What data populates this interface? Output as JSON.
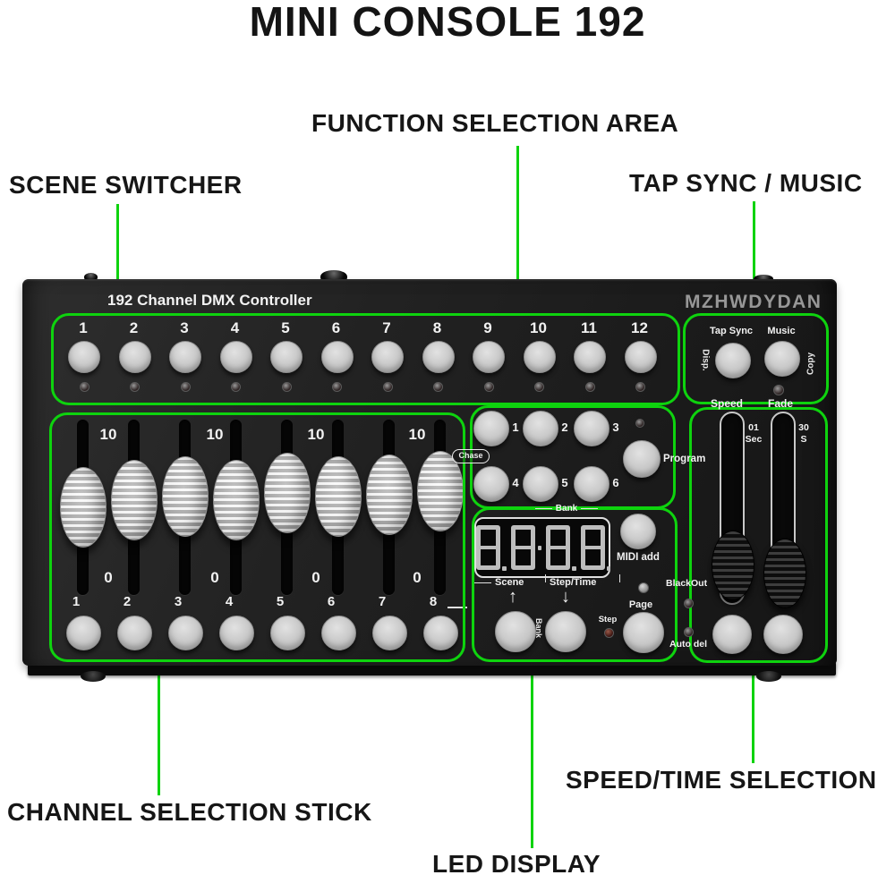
{
  "title": "MINI CONSOLE 192",
  "colors": {
    "callout_green": "#0ed30e",
    "device_body": "#1e1e1e",
    "button_gray": "#c9c9c9"
  },
  "annotations": {
    "function_area": "FUNCTION SELECTION AREA",
    "scene_switcher": "SCENE SWITCHER",
    "tap_sync_music": "TAP SYNC / MUSIC",
    "channel_stick": "CHANNEL SELECTION STICK",
    "led_display": "LED DISPLAY",
    "speed_time": "SPEED/TIME SELECTION"
  },
  "device": {
    "header": {
      "model": "192 Channel DMX Controller",
      "brand": "MZHWDYDAN"
    },
    "scene": {
      "buttons": [
        "1",
        "2",
        "3",
        "4",
        "5",
        "6",
        "7",
        "8",
        "9",
        "10",
        "11",
        "12"
      ]
    },
    "tap": {
      "tap_sync": "Tap Sync",
      "music": "Music",
      "disp": "Disp.",
      "copy": "Copy"
    },
    "faders": {
      "top_scale": "10",
      "bottom_scale": "0",
      "channel_buttons": [
        "1",
        "2",
        "3",
        "4",
        "5",
        "6",
        "7",
        "8"
      ],
      "chase": "Chase"
    },
    "functions": {
      "buttons": [
        "1",
        "2",
        "3",
        "4",
        "5",
        "6"
      ],
      "program": "Program"
    },
    "display": {
      "bank_top": "Bank",
      "scene": "Scene",
      "step_time": "Step/Time",
      "midi_add": "MIDI add",
      "arrow_up": "↑",
      "arrow_down": "↓",
      "bank_side": "Bank",
      "step": "Step",
      "page": "Page",
      "blackout": "BlackOut",
      "auto_del": "Auto del"
    },
    "speed": {
      "speed": "Speed",
      "fade": "Fade",
      "speed_scale": "01",
      "speed_unit": "Sec",
      "fade_scale": "30",
      "fade_unit": "S"
    }
  }
}
